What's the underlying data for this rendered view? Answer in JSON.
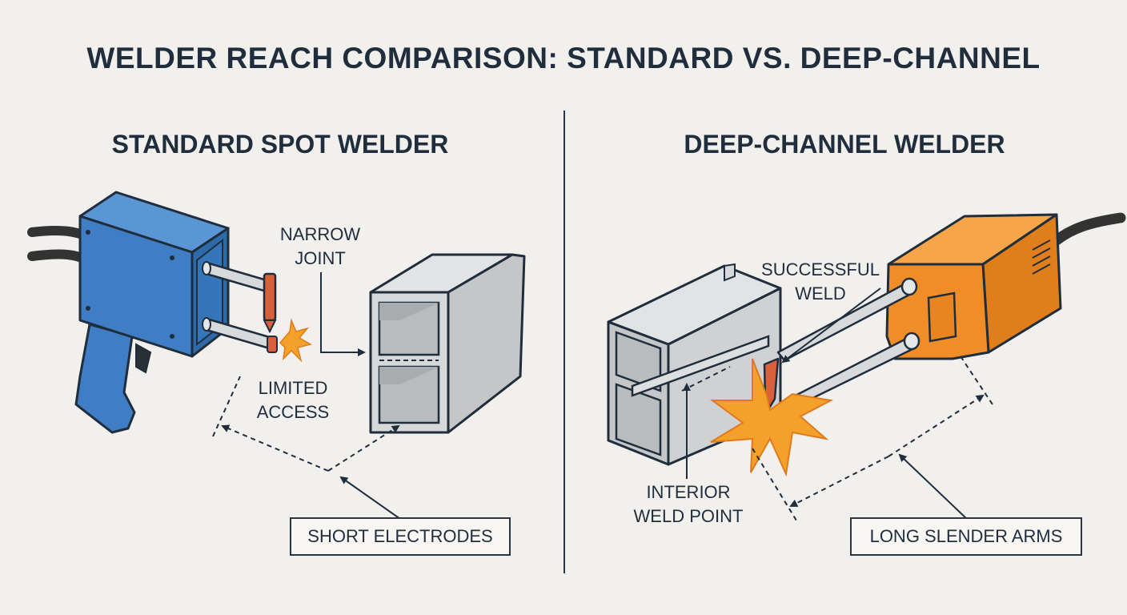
{
  "title": "WELDER REACH COMPARISON: STANDARD VS. DEEP-CHANNEL",
  "left": {
    "title": "STANDARD SPOT WELDER",
    "label_narrow": [
      "NARROW",
      "JOINT"
    ],
    "label_limited": [
      "LIMITED",
      "ACCESS"
    ],
    "callout": "SHORT ELECTRODES",
    "body_color": "#3f7ec4"
  },
  "right": {
    "title": "DEEP-CHANNEL WELDER",
    "label_success": [
      "SUCCESSFUL",
      "WELD"
    ],
    "label_interior": [
      "INTERIOR",
      "WELD POINT"
    ],
    "callout": "LONG SLENDER ARMS",
    "body_color": "#f08d27"
  },
  "colors": {
    "ink": "#1f2d3d",
    "metal": "#cfd1d3",
    "copper": "#d9603a",
    "spark": "#f4a12c"
  }
}
